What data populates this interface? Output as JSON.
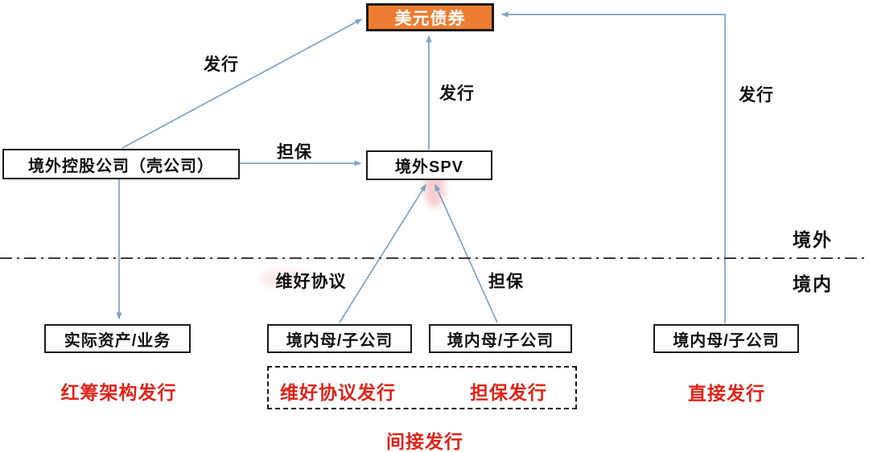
{
  "nodes": {
    "usd_bond": {
      "label": "美元债券"
    },
    "offshore_holdco": {
      "label": "境外控股公司（壳公司）"
    },
    "offshore_spv": {
      "label": "境外SPV"
    },
    "actual_assets": {
      "label": "实际资产/业务"
    },
    "domestic_1": {
      "label": "境内母/子公司"
    },
    "domestic_2": {
      "label": "境内母/子公司"
    },
    "domestic_3": {
      "label": "境内母/子公司"
    }
  },
  "edge_labels": {
    "issue_left": "发行",
    "guarantee_mid": "担保",
    "issue_center": "发行",
    "issue_right": "发行",
    "keepwell_agreement": "维好协议",
    "guarantee_right": "担保"
  },
  "regions": {
    "offshore": "境外",
    "onshore": "境内"
  },
  "issue_modes": {
    "red_chip": "红筹架构发行",
    "keepwell": "维好协议发行",
    "guarantee": "担保发行",
    "direct": "直接发行",
    "indirect": "间接发行"
  },
  "colors": {
    "bond_fill": "#ED7D31",
    "bond_text": "#FFFFFF",
    "node_border": "#1A1A1A",
    "arrow": "#7DA3C8",
    "emphasis_red": "#E02318",
    "divider": "#3C3C3C",
    "highlight_pink": "#F5A6AD"
  }
}
